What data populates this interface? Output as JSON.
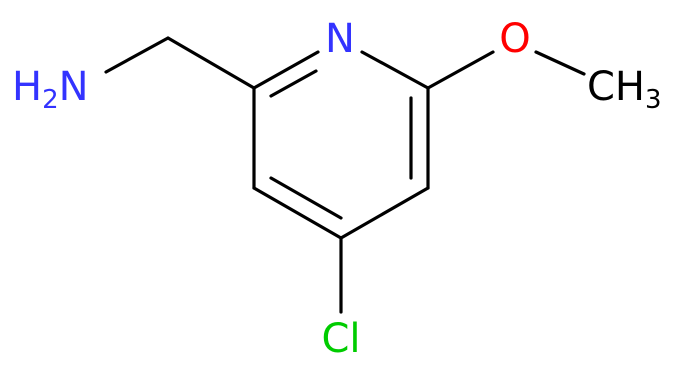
{
  "molecule": {
    "atoms": [
      {
        "id": "nh2",
        "element": "N",
        "label": "H2N",
        "main": "H",
        "sub": "2",
        "tail": "N",
        "color": "#3333ff"
      },
      {
        "id": "n1",
        "element": "N",
        "label": "N",
        "color": "#3333ff"
      },
      {
        "id": "o1",
        "element": "O",
        "label": "O",
        "color": "#ff0000"
      },
      {
        "id": "ch3",
        "element": "C",
        "label": "CH3",
        "main": "CH",
        "sub": "3",
        "color": "#000000"
      },
      {
        "id": "cl",
        "element": "Cl",
        "label": "Cl",
        "color": "#00cc00"
      }
    ],
    "bonds": [
      {
        "id": "b-nh2-ch2",
        "from": "nh2",
        "to": "c-ch2",
        "order": 1
      },
      {
        "id": "b-ch2-c2",
        "from": "c-ch2",
        "to": "c2",
        "order": 1
      },
      {
        "id": "b-c2-n1",
        "from": "c2",
        "to": "n1",
        "order": 2
      },
      {
        "id": "b-n1-c6",
        "from": "n1",
        "to": "c6",
        "order": 1
      },
      {
        "id": "b-c6-c5",
        "from": "c6",
        "to": "c5",
        "order": 2
      },
      {
        "id": "b-c5-c4",
        "from": "c5",
        "to": "c4",
        "order": 1
      },
      {
        "id": "b-c4-c3",
        "from": "c4",
        "to": "c3",
        "order": 2
      },
      {
        "id": "b-c3-c2",
        "from": "c3",
        "to": "c2",
        "order": 1
      },
      {
        "id": "b-c4-cl",
        "from": "c4",
        "to": "cl",
        "order": 1
      },
      {
        "id": "b-c6-o",
        "from": "c6",
        "to": "o1",
        "order": 1
      },
      {
        "id": "b-o-ch3",
        "from": "o1",
        "to": "ch3",
        "order": 1
      }
    ]
  }
}
